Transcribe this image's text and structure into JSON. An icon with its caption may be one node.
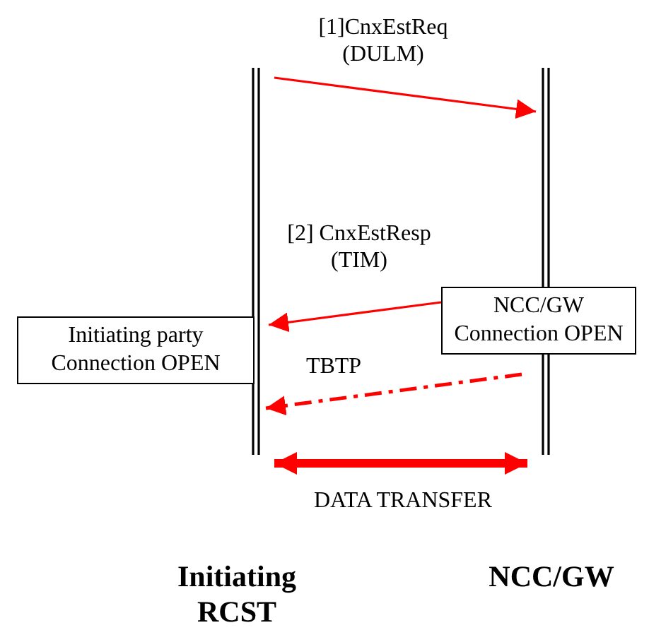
{
  "diagram": {
    "nodes": [
      {
        "text": [
          "Initiating RCST"
        ]
      },
      {
        "text": [
          "NCC/GW"
        ]
      },
      {
        "text": [
          "Initiating party Connection OPEN"
        ]
      },
      {
        "text": [
          "NCC/GW Connection OPEN"
        ]
      }
    ],
    "edges": [
      {
        "from": 0,
        "to": 1,
        "arrow": "to",
        "label": "[1]CnxEstReq (DULM)"
      },
      {
        "from": 3,
        "to": 0,
        "arrow": "to",
        "label": "[2] CnxEstResp (TIM)"
      },
      {
        "from": 1,
        "to": 0,
        "arrow": "to",
        "label": "TBTP",
        "style": "dashed"
      },
      {
        "from": 0,
        "to": 1,
        "arrow": "both",
        "label": "DATA TRANSFER",
        "style": "thick"
      }
    ]
  }
}
